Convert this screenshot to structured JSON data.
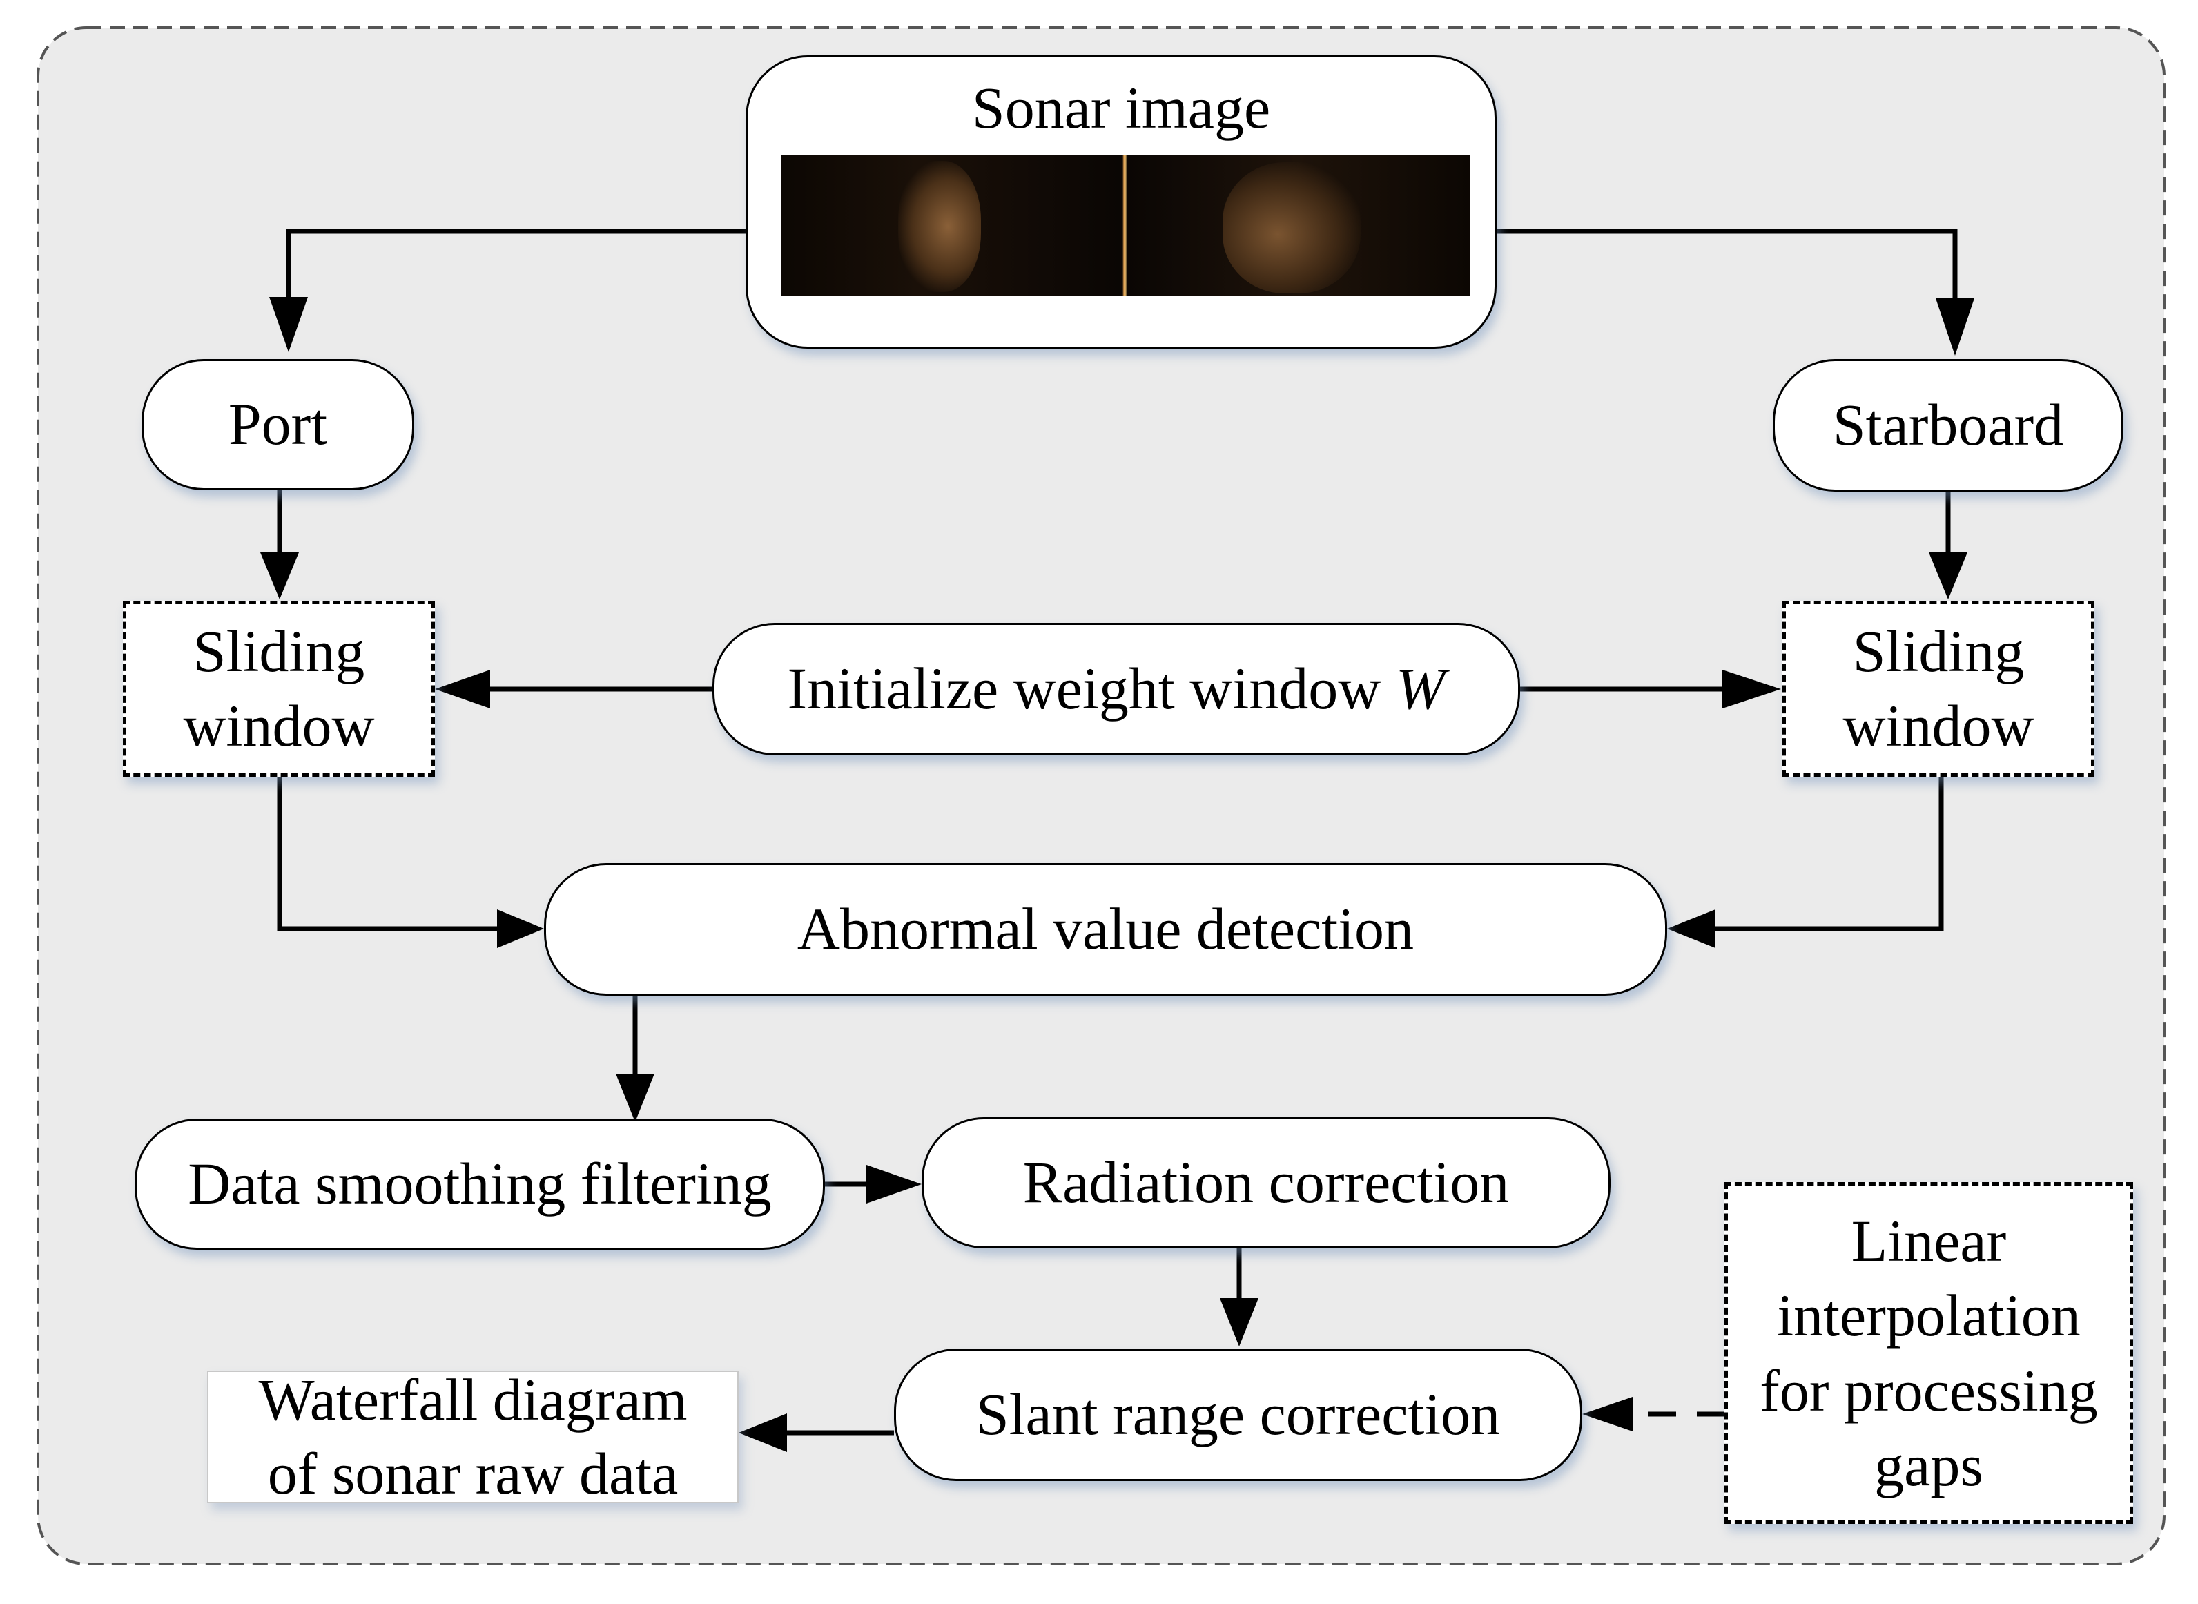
{
  "diagram": {
    "nodes": {
      "sonar_image": "Sonar image",
      "port": "Port",
      "starboard": "Starboard",
      "sliding_window_left": "Sliding\nwindow",
      "sliding_window_right": "Sliding\nwindow",
      "init_weight_window": "Initialize weight window ",
      "init_weight_window_symbol": "W",
      "abnormal_value_detection": "Abnormal value detection",
      "data_smoothing_filtering": "Data smoothing filtering",
      "radiation_correction": "Radiation correction",
      "slant_range_correction": "Slant range correction",
      "linear_interpolation": "Linear\ninterpolation\nfor processing\ngaps",
      "waterfall_diagram": "Waterfall diagram\nof sonar raw data"
    },
    "edges": [
      {
        "from": "sonar_image",
        "to": "port",
        "style": "solid"
      },
      {
        "from": "sonar_image",
        "to": "starboard",
        "style": "solid"
      },
      {
        "from": "port",
        "to": "sliding_window_left",
        "style": "solid"
      },
      {
        "from": "starboard",
        "to": "sliding_window_right",
        "style": "solid"
      },
      {
        "from": "init_weight_window",
        "to": "sliding_window_left",
        "style": "solid"
      },
      {
        "from": "init_weight_window",
        "to": "sliding_window_right",
        "style": "solid"
      },
      {
        "from": "sliding_window_left",
        "to": "abnormal_value_detection",
        "style": "solid"
      },
      {
        "from": "sliding_window_right",
        "to": "abnormal_value_detection",
        "style": "solid"
      },
      {
        "from": "abnormal_value_detection",
        "to": "data_smoothing_filtering",
        "style": "solid"
      },
      {
        "from": "data_smoothing_filtering",
        "to": "radiation_correction",
        "style": "solid"
      },
      {
        "from": "radiation_correction",
        "to": "slant_range_correction",
        "style": "solid"
      },
      {
        "from": "linear_interpolation",
        "to": "slant_range_correction",
        "style": "dashed"
      },
      {
        "from": "slant_range_correction",
        "to": "waterfall_diagram",
        "style": "solid"
      }
    ]
  },
  "colors": {
    "panel_background": "#ebebeb",
    "panel_border": "#555555",
    "node_fill": "#ffffff",
    "stroke": "#000000",
    "shadow": "#7896be",
    "sonar_highlight": "#e0a050"
  },
  "icons": {
    "sonar_image": "sonar-scan-thumbnail"
  }
}
